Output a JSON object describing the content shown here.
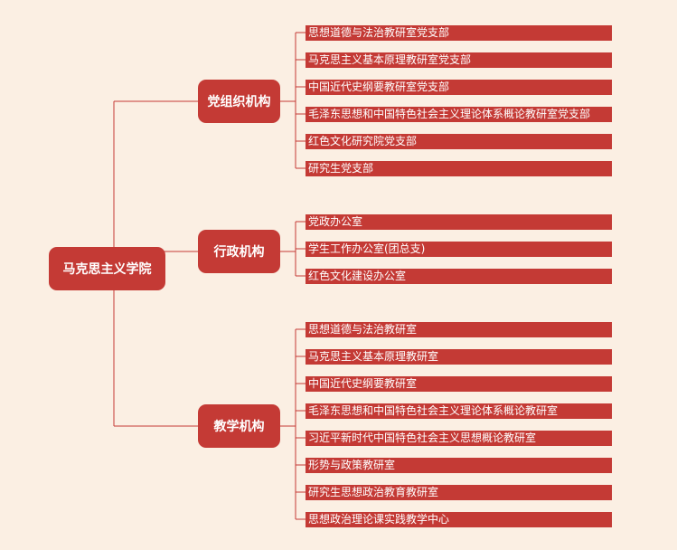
{
  "root": {
    "label": "马克思主义学院"
  },
  "branches": [
    {
      "label": "党组织机构",
      "children": [
        "思想道德与法治教研室党支部",
        "马克思主义基本原理教研室党支部",
        "中国近代史纲要教研室党支部",
        "毛泽东思想和中国特色社会主义理论体系概论教研室党支部",
        "红色文化研究院党支部",
        "研究生党支部"
      ]
    },
    {
      "label": "行政机构",
      "children": [
        "党政办公室",
        "学生工作办公室(团总支)",
        "红色文化建设办公室"
      ]
    },
    {
      "label": "教学机构",
      "children": [
        "思想道德与法治教研室",
        "马克思主义基本原理教研室",
        "中国近代史纲要教研室",
        "毛泽东思想和中国特色社会主义理论体系概论教研室",
        "习近平新时代中国特色社会主义思想概论教研室",
        "形势与政策教研室",
        "研究生思想政治教育教研室",
        "思想政治理论课实践教学中心"
      ]
    }
  ],
  "colors": {
    "background": "#fbefe3",
    "node": "#c43a35",
    "line": "#c43a35",
    "text": "#ffffff"
  }
}
